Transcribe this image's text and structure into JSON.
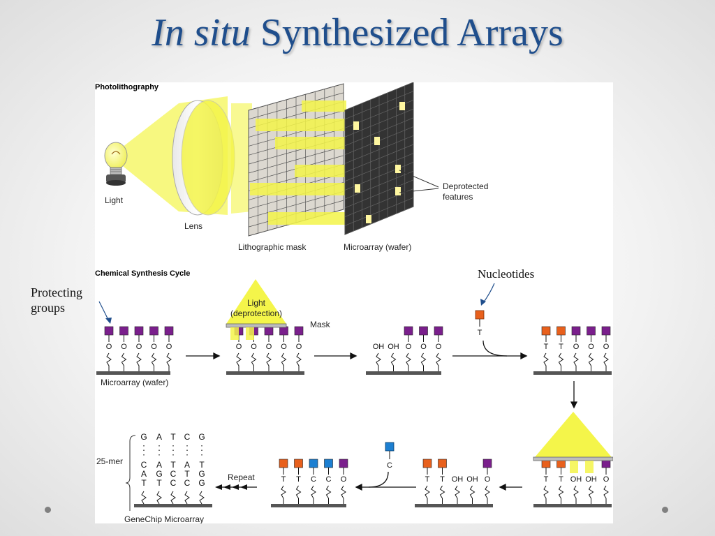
{
  "slide": {
    "title_italic": "In situ",
    "title_rest": "Synthesized Arrays"
  },
  "photolithography": {
    "heading": "Photolithography",
    "light_label": "Light",
    "lens_label": "Lens",
    "mask_label": "Lithographic mask",
    "wafer_label": "Microarray (wafer)",
    "deprotected_label_line1": "Deprotected",
    "deprotected_label_line2": "features"
  },
  "synthesis_cycle": {
    "heading": "Chemical Synthesis Cycle",
    "protecting_groups_line1": "Protecting",
    "protecting_groups_line2": "groups",
    "nucleotides_label": "Nucleotides",
    "microarray_label": "Microarray (wafer)",
    "light_label_line1": "Light",
    "light_label_line2": "(deprotection)",
    "mask_label": "Mask",
    "repeat_label": "Repeat",
    "mer_label": "25-mer",
    "genechip_label": "GeneChip  Microarray",
    "nucleotide_t": "T",
    "nucleotide_c": "C",
    "oxygen": "O",
    "hydroxyl": "OH",
    "top_sequence_row": [
      "G",
      "A",
      "T",
      "C",
      "G"
    ],
    "bottom_sequence_rows": [
      [
        "C",
        "A",
        "T",
        "A",
        "T"
      ],
      [
        "A",
        "G",
        "C",
        "T",
        "G"
      ],
      [
        "T",
        "T",
        "C",
        "C",
        "G"
      ]
    ],
    "colors": {
      "protecting_group": "#7a1f8c",
      "nucleotide_t": "#e8601c",
      "nucleotide_c": "#1c7fd1",
      "light": "#f4f54a"
    }
  }
}
